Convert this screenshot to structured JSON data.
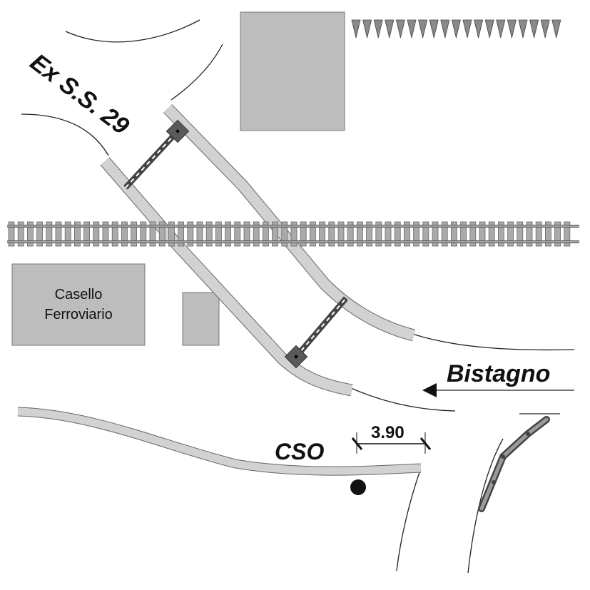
{
  "labels": {
    "road": "Ex S.S. 29",
    "direction": "Bistagno",
    "cso": "CSO",
    "dimension": "3.90",
    "building_line1": "Casello",
    "building_line2": "Ferroviario"
  },
  "colors": {
    "road_fill": "#d2d2d2",
    "road_edge": "#666666",
    "building_fill": "#bdbdbd",
    "rail": "#5a5a5a",
    "sleeper": "#aaaaaa",
    "barrier": "#555555",
    "ink": "#111111"
  }
}
